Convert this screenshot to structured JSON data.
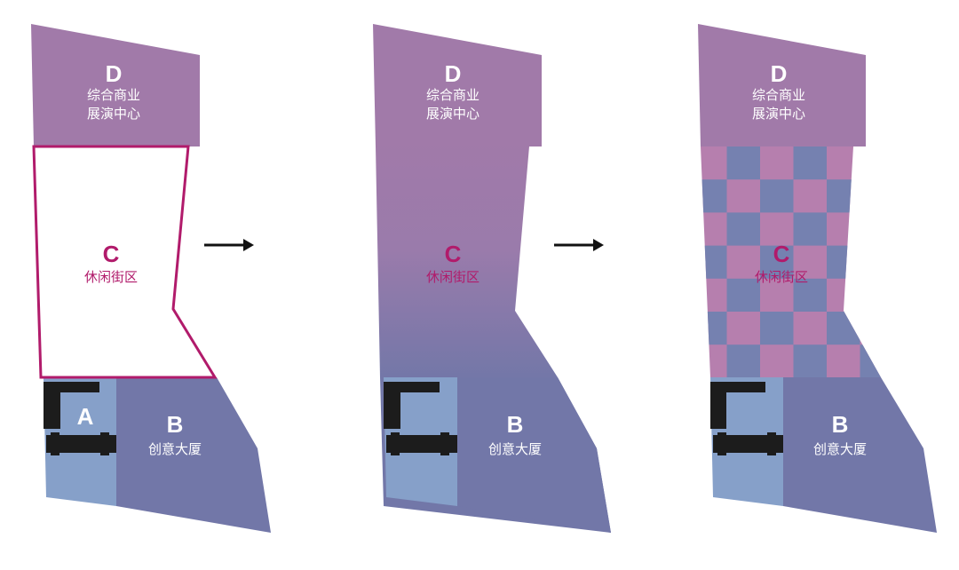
{
  "colors": {
    "plum": "#a17aa9",
    "slate": "#7277a8",
    "lightBlue": "#86a0c9",
    "magenta": "#b11b6b",
    "checkPink": "#b67fae",
    "checkBlue": "#7581b0",
    "building": "#1c1c1c",
    "white": "#ffffff",
    "arrow": "#111111"
  },
  "zones": {
    "D": {
      "letter": "D",
      "line1": "综合商业",
      "line2": "展演中心"
    },
    "C": {
      "letter": "C",
      "name": "休闲街区"
    },
    "B": {
      "letter": "B",
      "name": "创意大厦"
    },
    "A": {
      "letter": "A"
    }
  },
  "panels": [
    {
      "id": "original",
      "show_a": true
    },
    {
      "id": "blended",
      "show_a": false
    },
    {
      "id": "checkered",
      "show_a": false
    }
  ]
}
